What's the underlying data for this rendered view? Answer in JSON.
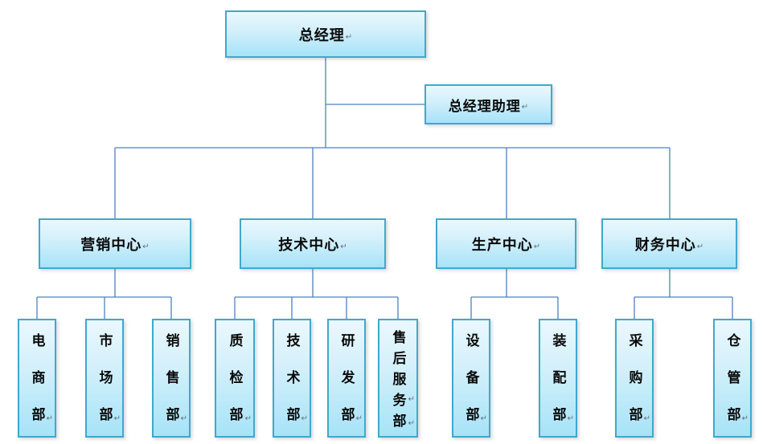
{
  "return_mark": "↵",
  "colors": {
    "box_border": "#3fa9cc",
    "box_fill_top": "#eaf8fe",
    "box_fill_bottom": "#a6e3f7",
    "connector_line": "#4f81bd",
    "text": "#0a0a0a",
    "paragraph_mark": "#5f7184",
    "background": "#ffffff"
  },
  "root": {
    "label": "总经理"
  },
  "assistant": {
    "label": "总经理助理"
  },
  "centers": [
    {
      "label": "营销中心",
      "departments": [
        {
          "label": "电商部"
        },
        {
          "label": "市场部"
        },
        {
          "label": "销售部"
        }
      ]
    },
    {
      "label": "技术中心",
      "departments": [
        {
          "label": "质检部"
        },
        {
          "label": "技术部"
        },
        {
          "label": "研发部"
        },
        {
          "label": "售后服务部"
        }
      ]
    },
    {
      "label": "生产中心",
      "departments": [
        {
          "label": "设备部"
        },
        {
          "label": "装配部"
        }
      ]
    },
    {
      "label": "财务中心",
      "departments": [
        {
          "label": "采购部"
        },
        {
          "label": "仓管部"
        }
      ]
    }
  ]
}
